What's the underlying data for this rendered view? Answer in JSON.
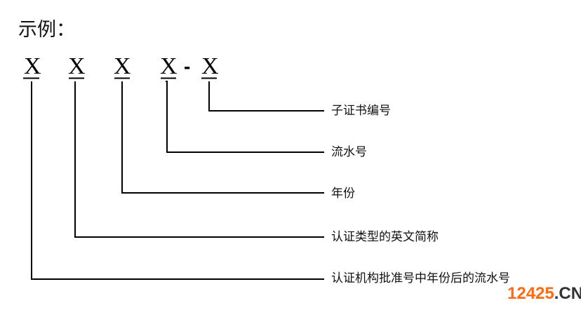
{
  "title": "示例：",
  "code": {
    "chars": [
      "X",
      "X",
      "X",
      "X",
      "X"
    ],
    "separator": "-"
  },
  "labels": [
    "子证书编号",
    "流水号",
    "年份",
    "认证类型的英文简称",
    "认证机构批准号中年份后的流水号"
  ],
  "watermark": {
    "number": "12425",
    "suffix": ".CN"
  }
}
